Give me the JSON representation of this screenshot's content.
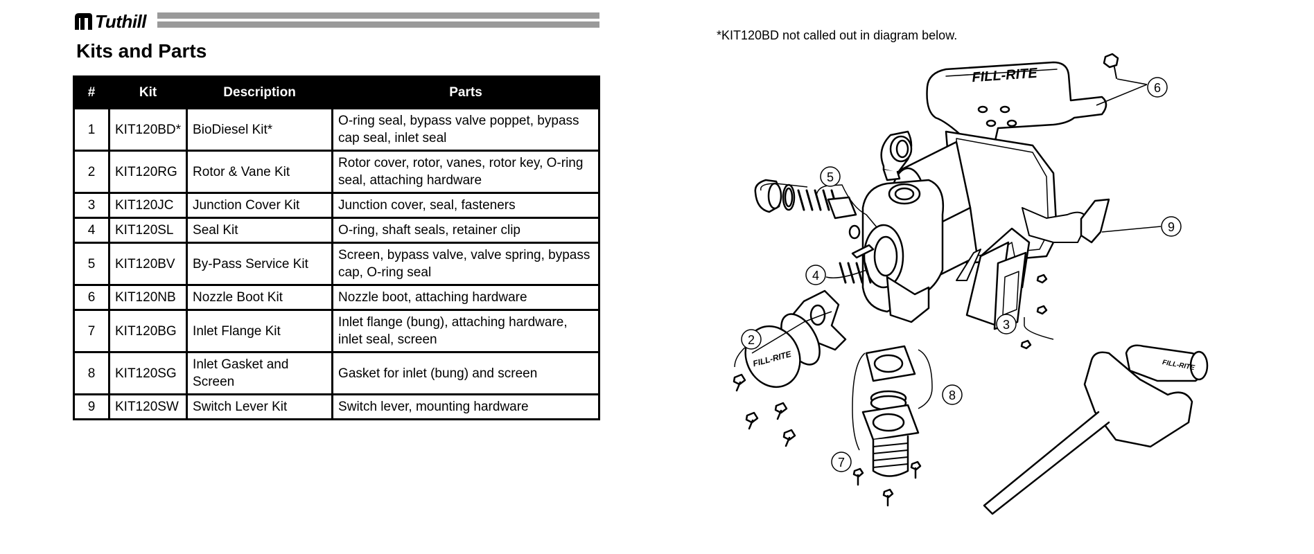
{
  "brand": {
    "name": "Tuthill",
    "logo_icon": "tuthill-logo-icon"
  },
  "title": "Kits and Parts",
  "table": {
    "headers": [
      "#",
      "Kit",
      "Description",
      "Parts"
    ],
    "rows": [
      {
        "num": "1",
        "kit": "KIT120BD*",
        "description": "BioDiesel Kit*",
        "parts": "O-ring seal, bypass valve poppet, bypass cap seal,  inlet seal"
      },
      {
        "num": "2",
        "kit": "KIT120RG",
        "description": "Rotor & Vane Kit",
        "parts": "Rotor cover, rotor, vanes, rotor key, O-ring seal, attaching hardware"
      },
      {
        "num": "3",
        "kit": "KIT120JC",
        "description": "Junction Cover Kit",
        "parts": "Junction cover, seal, fasteners"
      },
      {
        "num": "4",
        "kit": "KIT120SL",
        "description": "Seal Kit",
        "parts": "O-ring, shaft seals, retainer clip"
      },
      {
        "num": "5",
        "kit": "KIT120BV",
        "description": "By-Pass Service Kit",
        "parts": "Screen, bypass valve, valve spring, bypass cap, O-ring seal"
      },
      {
        "num": "6",
        "kit": "KIT120NB",
        "description": "Nozzle Boot Kit",
        "parts": "Nozzle boot, attaching hardware"
      },
      {
        "num": "7",
        "kit": "KIT120BG",
        "description": "Inlet Flange Kit",
        "parts": "Inlet flange (bung), attaching hardware, inlet seal, screen"
      },
      {
        "num": "8",
        "kit": "KIT120SG",
        "description": "Inlet Gasket and Screen",
        "parts": "Gasket for inlet (bung) and screen"
      },
      {
        "num": "9",
        "kit": "KIT120SW",
        "description": "Switch Lever Kit",
        "parts": "Switch lever, mounting hardware"
      }
    ]
  },
  "note": "*KIT120BD not called out in diagram below.",
  "diagram": {
    "callouts": [
      "2",
      "3",
      "4",
      "5",
      "6",
      "7",
      "8",
      "9"
    ],
    "nozzle_boot_brand": "FILL-RITE",
    "rotor_cover_brand": "FILL-RITE",
    "nozzle_brand": "FILL-RITE"
  }
}
